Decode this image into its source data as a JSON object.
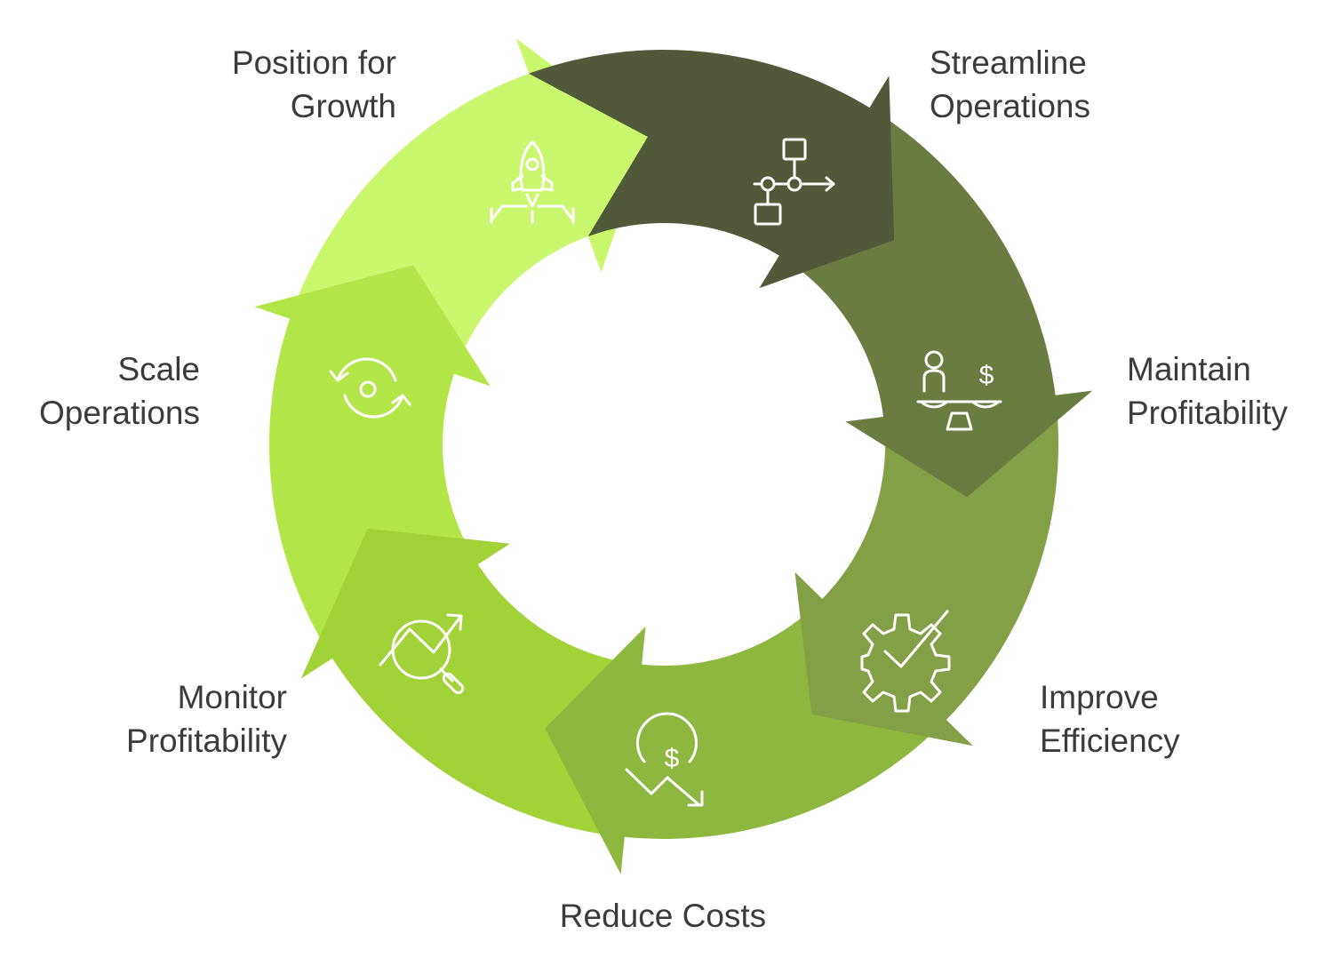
{
  "diagram": {
    "steps": [
      {
        "id": "streamline",
        "lines": [
          "Streamline",
          "Operations"
        ],
        "icon": "workflow-icon",
        "color": "#52593b"
      },
      {
        "id": "maintain",
        "lines": [
          "Maintain",
          "Profitability"
        ],
        "icon": "balance-scale-icon",
        "color": "#6a7c40"
      },
      {
        "id": "improve",
        "lines": [
          "Improve",
          "Efficiency"
        ],
        "icon": "gear-check-icon",
        "color": "#849f45"
      },
      {
        "id": "reduce",
        "lines": [
          "Reduce Costs"
        ],
        "icon": "dollar-decrease-icon",
        "color": "#8fb63f"
      },
      {
        "id": "monitor",
        "lines": [
          "Monitor",
          "Profitability"
        ],
        "icon": "trend-search-icon",
        "color": "#a2d237"
      },
      {
        "id": "scale",
        "lines": [
          "Scale",
          "Operations"
        ],
        "icon": "refresh-cycle-icon",
        "color": "#b3e548"
      },
      {
        "id": "position",
        "lines": [
          "Position for",
          "Growth"
        ],
        "icon": "rocket-icon",
        "color": "#cbf76e"
      }
    ],
    "dollar_symbol": "$"
  }
}
